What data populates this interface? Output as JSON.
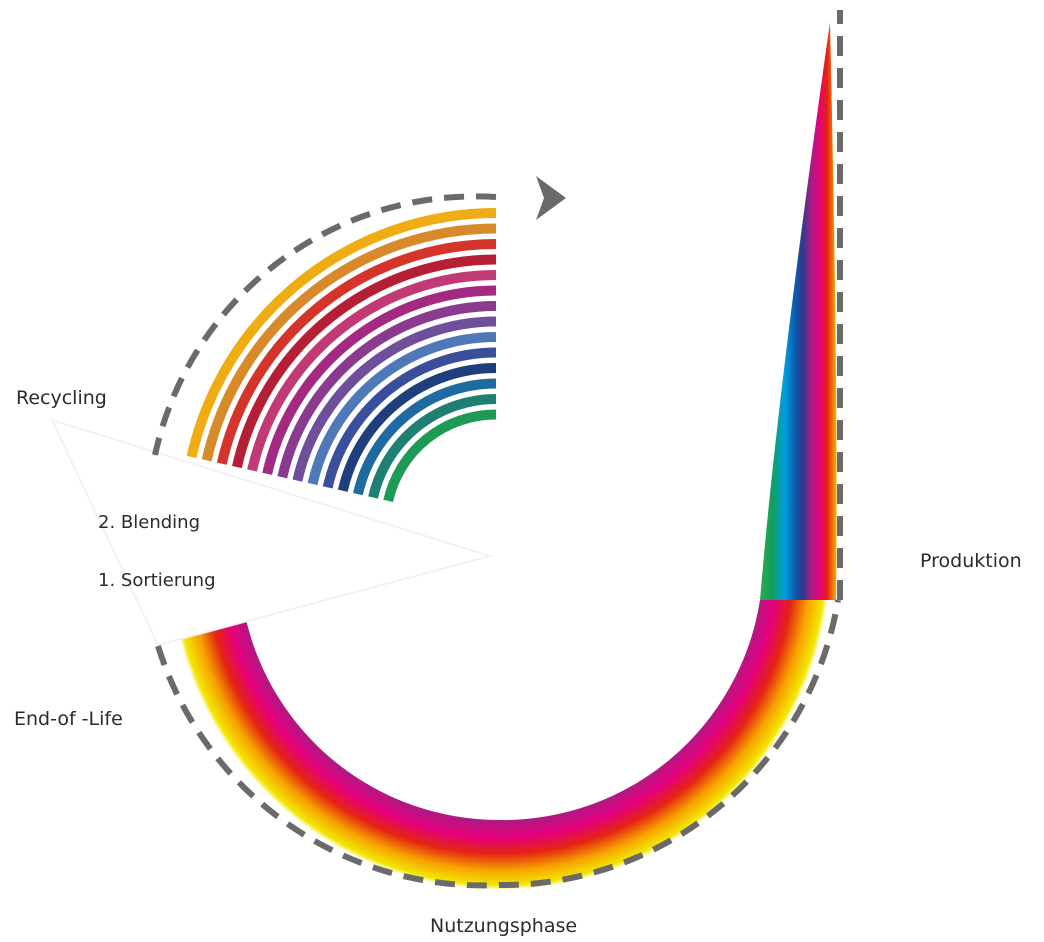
{
  "labels": {
    "recycling": "Recycling",
    "end_of_life": "End-of -Life",
    "production": "Produktion",
    "use_phase": "Nutzungsphase",
    "step_blending": "2. Blending",
    "step_sorting": "1. Sortierung"
  },
  "colors": {
    "dashed_line": "#6a6a6a",
    "arrow": "#6a6a6a",
    "spectrum": [
      "#f3e600",
      "#f6a200",
      "#ee7a1e",
      "#e42313",
      "#c3004f",
      "#e5007e",
      "#a31f84",
      "#5a2d87",
      "#2d3a8c",
      "#0a5fae",
      "#009fe3",
      "#00a0a8",
      "#11a05a",
      "#2fa84f"
    ],
    "recycled_bands": [
      "#f0ac13",
      "#d88a2a",
      "#d4342a",
      "#b41f35",
      "#c23a74",
      "#a32a80",
      "#8a3b8f",
      "#6f4e9c",
      "#4f78b8",
      "#3b4e9c",
      "#1e3f7c",
      "#1f6aa0",
      "#1f7f72",
      "#1f9a56"
    ]
  }
}
